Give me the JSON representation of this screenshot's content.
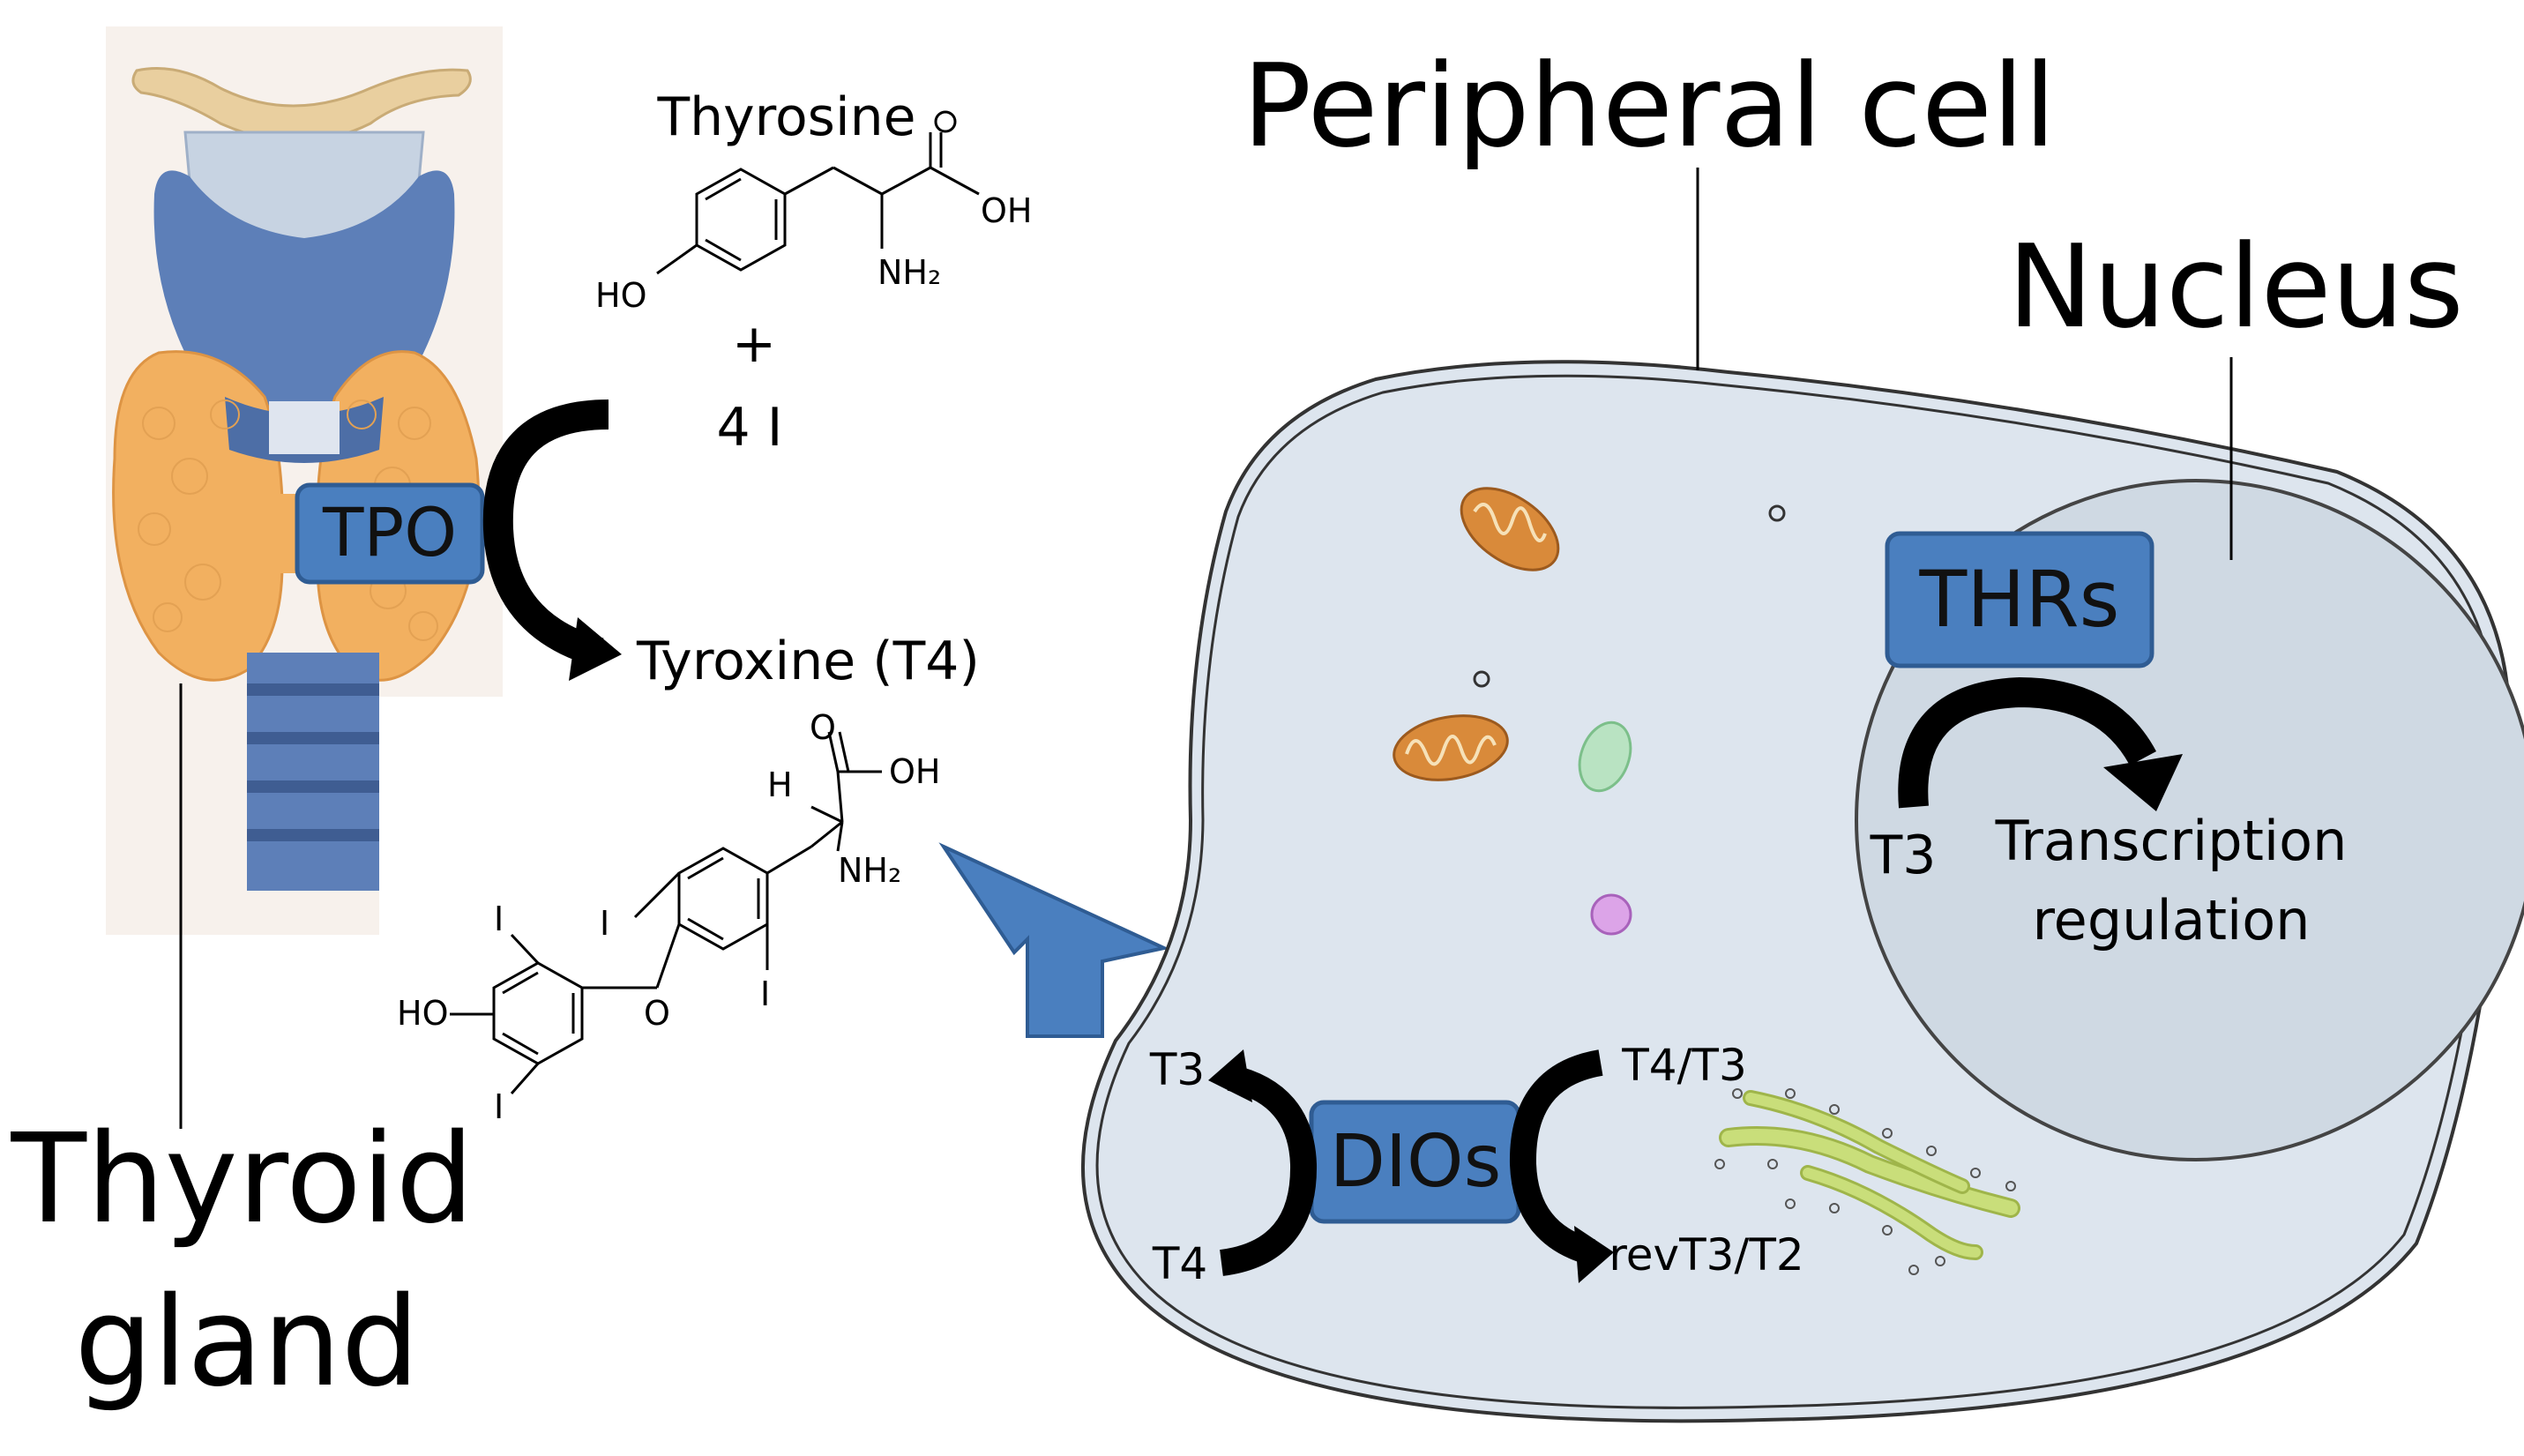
{
  "labels": {
    "peripheral_cell": "Peripheral cell",
    "nucleus": "Nucleus",
    "thyroid_gland_line1": "Thyroid",
    "thyroid_gland_line2": "gland",
    "thyrosine": "Thyrosine",
    "plus": "+",
    "iodine": "4 I",
    "tyroxine": "Tyroxine (T4)",
    "transcription_line1": "Transcription",
    "transcription_line2": "regulation",
    "t3_nucleus": "T3",
    "t3_out": "T3",
    "t4_in": "T4",
    "t4t3_in": "T4/T3",
    "revt3t2_out": "revT3/T2"
  },
  "boxes": {
    "tpo": "TPO",
    "thrs": "THRs",
    "dios": "DIOs"
  },
  "chemistry": {
    "tyrosine_atoms": {
      "o": "O",
      "oh": "OH",
      "nh2": "NH₂",
      "ho": "HO"
    },
    "t4_atoms": {
      "o_top": "O",
      "oh": "OH",
      "h": "H",
      "nh2": "NH₂",
      "i1": "I",
      "i2": "I",
      "i3": "I",
      "i4": "I",
      "o_ether": "O",
      "ho": "HO"
    }
  },
  "colors": {
    "box_fill": "#4a7fbf",
    "box_stroke": "#2f5c93",
    "cell_fill": "#dde5ee",
    "nucleus_fill": "#cfd9e3",
    "big_arrow": "#4a7fbf",
    "thyroid_orange": "#f2b060",
    "trachea_blue": "#5d7fb8",
    "mitochondria": "#d98a3a",
    "golgi": "#c9de7a"
  }
}
